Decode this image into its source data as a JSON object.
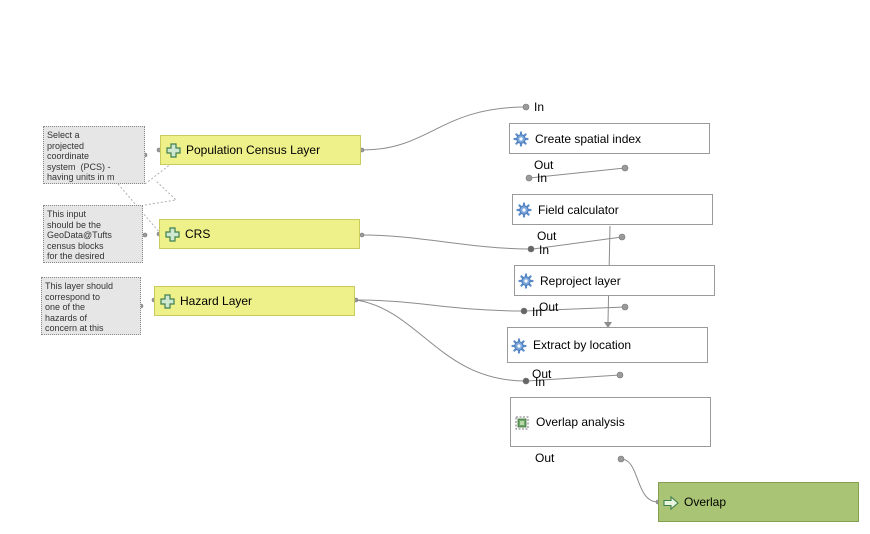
{
  "comments": [
    {
      "text": "Select a\nprojected\ncoordinate\nsystem  (PCS) -\nhaving units in m"
    },
    {
      "text": "This input\nshould be the\nGeoData@Tufts\ncensus blocks\nfor the desired"
    },
    {
      "text": "This layer should\ncorrespond to\none of the\nhazards of\nconcern at this"
    }
  ],
  "inputs": [
    {
      "label": "Population Census Layer"
    },
    {
      "label": "CRS"
    },
    {
      "label": "Hazard Layer"
    }
  ],
  "algorithms": [
    {
      "label": "Create spatial index",
      "in_label": "In",
      "out_label": "Out"
    },
    {
      "label": "Field calculator",
      "in_label": "In",
      "out_label": "Out"
    },
    {
      "label": "Reproject layer",
      "in_label": "In",
      "out_label": "Out"
    },
    {
      "label": "Extract by location",
      "in_label": "In",
      "out_label": "Out"
    },
    {
      "label": "Overlap analysis",
      "in_label": "In",
      "out_label": "Out"
    }
  ],
  "output": {
    "label": "Overlap"
  },
  "colors": {
    "input_fill": "#eef08a",
    "output_fill": "#a9c474",
    "comment_fill": "#e6e6e6",
    "link": "#8c8c8c"
  },
  "icons": {
    "input": "plus-icon",
    "algorithm": "gear-icon",
    "overlap_algorithm": "overlap-icon",
    "output": "arrow-right-icon"
  }
}
